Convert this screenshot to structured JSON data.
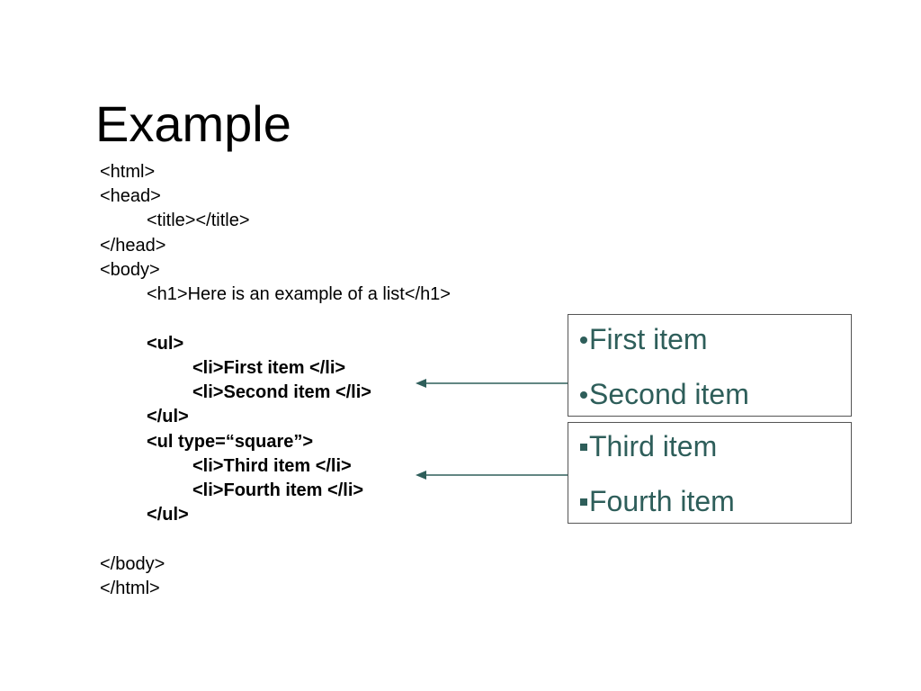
{
  "slide": {
    "title": "Example"
  },
  "code": {
    "lines": [
      "<html>",
      "<head>",
      "<title></title>",
      "</head>",
      "<body>",
      "<h1>Here is an example of a list</h1>",
      "<ul>",
      "<li>First item </li>",
      "<li>Second item </li>",
      "</ul>",
      "<ul type=“square”>",
      "<li>Third item </li>",
      "<li>Fourth item </li>",
      "</ul>",
      "</body>",
      "</html>"
    ]
  },
  "preview": {
    "disc_list": [
      "First item",
      "Second item"
    ],
    "square_list": [
      "Third item",
      "Fourth item"
    ]
  },
  "colors": {
    "preview_text": "#2e5e5a",
    "arrow": "#2e5e5a",
    "box_border": "#555555"
  },
  "icons": {
    "disc_bullet": "disc-bullet-icon",
    "square_bullet": "square-bullet-icon",
    "arrow": "arrow-left-icon"
  }
}
